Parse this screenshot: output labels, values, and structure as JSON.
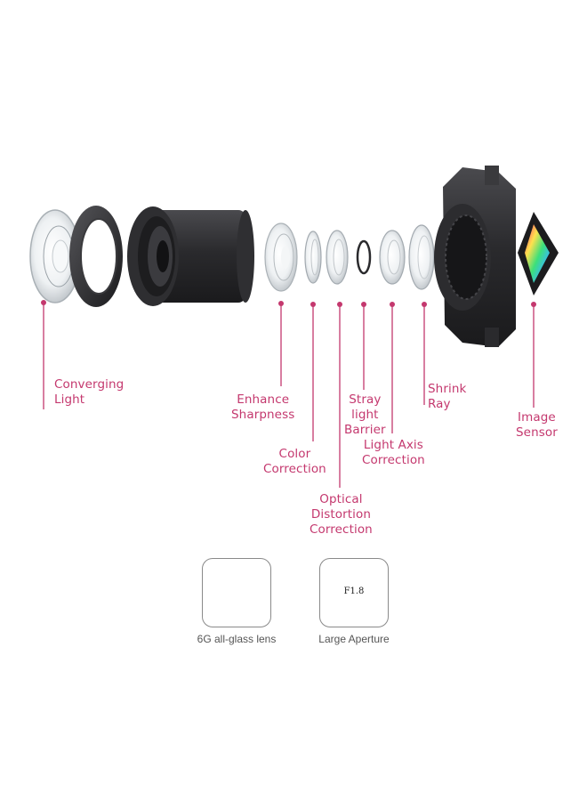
{
  "colors": {
    "accent": "#c4386e",
    "lens_dark": "#2b2b2e",
    "glass": "#d9dde0"
  },
  "callouts": {
    "converging_light": "Converging\nLight",
    "enhance_sharpness": "Enhance\nSharpness",
    "color_correction": "Color\nCorrection",
    "optical_distortion": "Optical\nDistortion\nCorrection",
    "stray_light": "Stray\nlight\nBarrier",
    "light_axis": "Light Axis\nCorrection",
    "shrink_ray": "Shrink\nRay",
    "image_sensor": "Image\nSensor"
  },
  "badges": {
    "glass_lens": {
      "caption": "6G all-glass lens",
      "icon": "lens-stack-icon"
    },
    "aperture": {
      "caption": "Large Aperture",
      "icon_text": "F1.8",
      "icon": "aperture-icon"
    }
  }
}
